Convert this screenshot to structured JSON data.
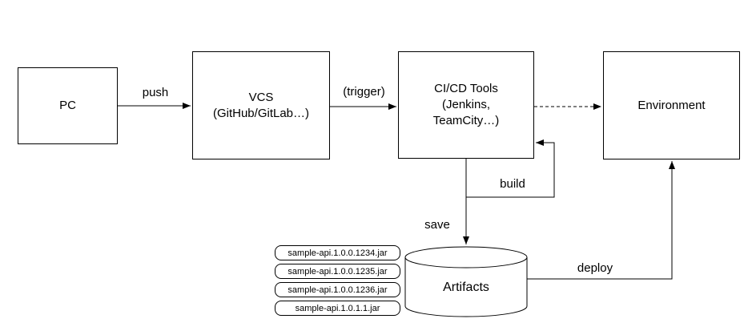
{
  "colors": {
    "line": "#000000",
    "text": "#000000",
    "background": "#ffffff",
    "node_fill": "#ffffff"
  },
  "nodes": {
    "pc": {
      "label": "PC"
    },
    "vcs": {
      "line1": "VCS",
      "line2": "(GitHub/GitLab…)"
    },
    "cicd": {
      "line1": "CI/CD Tools",
      "line2": "(Jenkins,",
      "line3": "TeamCity…)"
    },
    "environment": {
      "label": "Environment"
    },
    "artifacts": {
      "label": "Artifacts"
    }
  },
  "edges": {
    "push": {
      "label": "push"
    },
    "trigger": {
      "label": "(trigger)"
    },
    "build": {
      "label": "build"
    },
    "save": {
      "label": "save"
    },
    "deploy": {
      "label": "deploy"
    }
  },
  "artifact_files": [
    "sample-api.1.0.0.1234.jar",
    "sample-api.1.0.0.1235.jar",
    "sample-api.1.0.0.1236.jar",
    "sample-api.1.0.1.1.jar"
  ]
}
